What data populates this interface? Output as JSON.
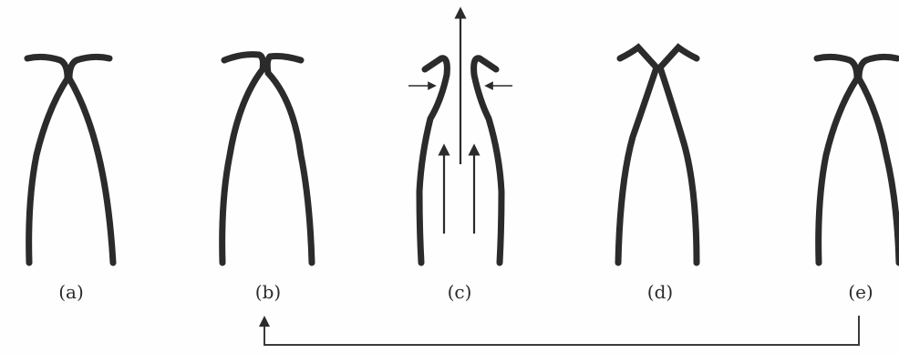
{
  "diagram": {
    "stages": [
      {
        "id": "a",
        "label": "(a)"
      },
      {
        "id": "b",
        "label": "(b)"
      },
      {
        "id": "c",
        "label": "(c)"
      },
      {
        "id": "d",
        "label": "(d)"
      },
      {
        "id": "e",
        "label": "(e)"
      }
    ],
    "stroke_color": "#2b2b2b",
    "arrow_color": "#3a3a3a",
    "feedback_arrow": {
      "from": "e",
      "to": "b"
    }
  }
}
